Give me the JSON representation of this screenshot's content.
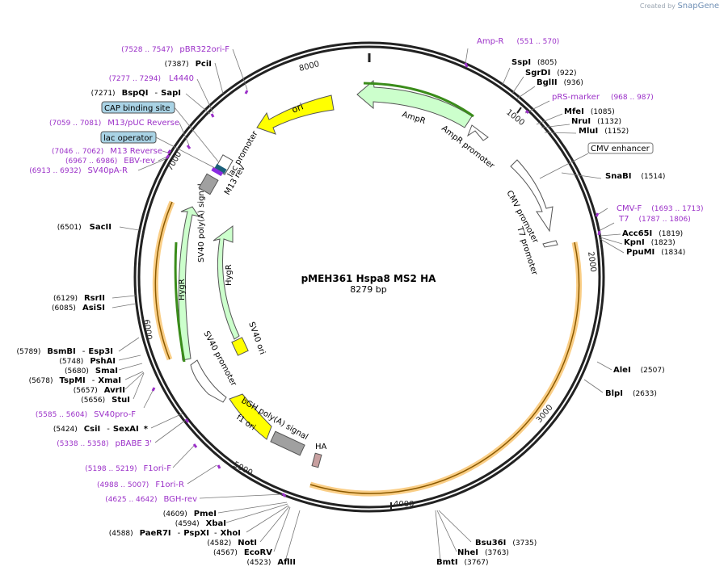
{
  "brand": {
    "created_by": "Created by",
    "product": "SnapGene"
  },
  "plasmid": {
    "name": "pMEH361 Hspa8 MS2 HA",
    "size": "8279 bp"
  },
  "ticks": [
    "1000",
    "2000",
    "3000",
    "4000",
    "5000",
    "6000",
    "7000",
    "8000"
  ],
  "features": [
    {
      "id": "ori",
      "label": "ori",
      "color": "#ffff00"
    },
    {
      "id": "ampr",
      "label": "AmpR",
      "color": "#ccffcc"
    },
    {
      "id": "ampr_promoter",
      "label": "AmpR promoter",
      "color": "#ffffff"
    },
    {
      "id": "cmv_promoter",
      "label": "CMV promoter",
      "color": "#ffffff"
    },
    {
      "id": "t7_promoter",
      "label": "T7 promoter",
      "color": "#ffffff"
    },
    {
      "id": "hygr_outer",
      "label": "HygR",
      "color": "#ccffcc"
    },
    {
      "id": "sv40_polya",
      "label": "SV40 poly(A) signal",
      "color": "#ccffcc"
    },
    {
      "id": "hygr_inner",
      "label": "HygR",
      "color": "#ccffcc"
    },
    {
      "id": "sv40_ori",
      "label": "SV40 ori",
      "color": "#ffff00"
    },
    {
      "id": "sv40_promoter",
      "label": "SV40 promoter",
      "color": "#ffffff"
    },
    {
      "id": "f1_ori",
      "label": "f1 ori",
      "color": "#ffff00"
    },
    {
      "id": "bgh_polya",
      "label": "bGH poly(A) signal",
      "color": "#a0a0a0"
    },
    {
      "id": "ha",
      "label": "HA",
      "color": "#c8a0a0"
    },
    {
      "id": "lac_promoter",
      "label": "lac promoter",
      "color": "#ffffff"
    },
    {
      "id": "m13_rev",
      "label": "M13 rev",
      "color": "#a0a0a0"
    }
  ],
  "boxed": {
    "cmv_enhancer": "CMV enhancer",
    "cap_binding": "CAP binding site",
    "lac_operator": "lac operator"
  },
  "sites_right": [
    {
      "name": "Amp-R",
      "pos": "(551 .. 570)",
      "primer": true
    },
    {
      "name": "SspI",
      "pos": "(805)"
    },
    {
      "name": "SgrDI",
      "pos": "(922)"
    },
    {
      "name": "BglII",
      "pos": "(936)"
    },
    {
      "name": "pRS-marker",
      "pos": "(968 .. 987)",
      "primer": true
    },
    {
      "name": "MfeI",
      "pos": "(1085)"
    },
    {
      "name": "NruI",
      "pos": "(1132)"
    },
    {
      "name": "MluI",
      "pos": "(1152)"
    },
    {
      "name": "SnaBI",
      "pos": "(1514)"
    },
    {
      "name": "CMV-F",
      "pos": "(1693 .. 1713)",
      "primer": true
    },
    {
      "name": "T7",
      "pos": "(1787 .. 1806)",
      "primer": true
    },
    {
      "name": "Acc65I",
      "pos": "(1819)"
    },
    {
      "name": "KpnI",
      "pos": "(1823)"
    },
    {
      "name": "PpuMI",
      "pos": "(1834)"
    },
    {
      "name": "AleI",
      "pos": "(2507)"
    },
    {
      "name": "BlpI",
      "pos": "(2633)"
    },
    {
      "name": "Bsu36I",
      "pos": "(3735)"
    },
    {
      "name": "NheI",
      "pos": "(3763)"
    },
    {
      "name": "BmtI",
      "pos": "(3767)"
    }
  ],
  "sites_left": [
    {
      "name": "pBR322ori-F",
      "pos": "(7528 .. 7547)",
      "primer": true
    },
    {
      "name": "PciI",
      "pos": "(7387)"
    },
    {
      "name": "L4440",
      "pos": "(7277 .. 7294)",
      "primer": true
    },
    {
      "name": "BspQI",
      "pos": "(7271)",
      "alt": "SapI"
    },
    {
      "name": "M13/pUC Reverse",
      "pos": "(7059 .. 7081)",
      "primer": true
    },
    {
      "name": "M13 Reverse",
      "pos": "(7046 .. 7062)",
      "primer": true
    },
    {
      "name": "EBV-rev",
      "pos": "(6967 .. 6986)",
      "primer": true
    },
    {
      "name": "SV40pA-R",
      "pos": "(6913 .. 6932)",
      "primer": true
    },
    {
      "name": "SacII",
      "pos": "(6501)"
    },
    {
      "name": "RsrII",
      "pos": "(6129)"
    },
    {
      "name": "AsiSI",
      "pos": "(6085)"
    },
    {
      "name": "BsmBI",
      "pos": "(5789)",
      "alt": "Esp3I"
    },
    {
      "name": "PshAI",
      "pos": "(5748)"
    },
    {
      "name": "SmaI",
      "pos": "(5680)"
    },
    {
      "name": "TspMI",
      "pos": "(5678)",
      "alt": "XmaI"
    },
    {
      "name": "AvrII",
      "pos": "(5657)"
    },
    {
      "name": "StuI",
      "pos": "(5656)"
    },
    {
      "name": "SV40pro-F",
      "pos": "(5585 .. 5604)",
      "primer": true
    },
    {
      "name": "CsiI",
      "pos": "(5424)",
      "alt": "SexAI",
      "star": "*"
    },
    {
      "name": "pBABE 3'",
      "pos": "(5338 .. 5358)",
      "primer": true
    },
    {
      "name": "F1ori-F",
      "pos": "(5198 .. 5219)",
      "primer": true
    },
    {
      "name": "F1ori-R",
      "pos": "(4988 .. 5007)",
      "primer": true
    },
    {
      "name": "BGH-rev",
      "pos": "(4625 .. 4642)",
      "primer": true
    }
  ],
  "sites_bottom": [
    {
      "name": "PmeI",
      "pos": "(4609)"
    },
    {
      "name": "XbaI",
      "pos": "(4594)"
    },
    {
      "name": "PaeR7I",
      "pos": "(4588)",
      "alt": "PspXI",
      "alt2": "XhoI"
    },
    {
      "name": "NotI",
      "pos": "(4582)"
    },
    {
      "name": "EcoRV",
      "pos": "(4567)"
    },
    {
      "name": "AflII",
      "pos": "(4523)"
    }
  ],
  "colors": {
    "primer": "#9b30c8",
    "site": "#000000",
    "pos": "#333333",
    "ring": "#222222",
    "orange": "#f5a623"
  }
}
